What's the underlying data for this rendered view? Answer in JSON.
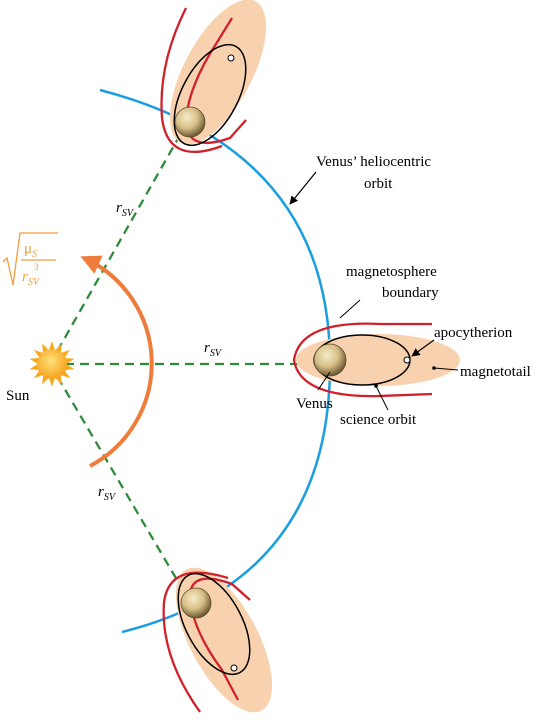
{
  "labels": {
    "heliocentric_line1": "Venus’ heliocentric",
    "heliocentric_line2": "orbit",
    "magnetosphere_line1": "magnetosphere",
    "magnetosphere_line2": "boundary",
    "apocytherion": "apocytherion",
    "magnetotail": "magnetotail",
    "venus": "Venus",
    "science_orbit": "science orbit",
    "sun": "Sun"
  },
  "distance": {
    "symbol": "r",
    "subscript": "SV"
  },
  "angular_rate": {
    "mu": "μ",
    "mu_sub": "S",
    "r": "r",
    "r_sub": "SV",
    "r_exp": "3"
  },
  "colors": {
    "heliocentric_orbit": "#1a9ee0",
    "magnetosphere_boundary": "#d0202a",
    "magnetosphere_fill": "#f8d2ae",
    "sun_line": "#2e8b3c",
    "rotation_arrow": "#ee7d3c",
    "angular_rate_text": "#f39c3c",
    "sun_fill": "#fbb72a",
    "venus_fill": "#d8c08a"
  }
}
